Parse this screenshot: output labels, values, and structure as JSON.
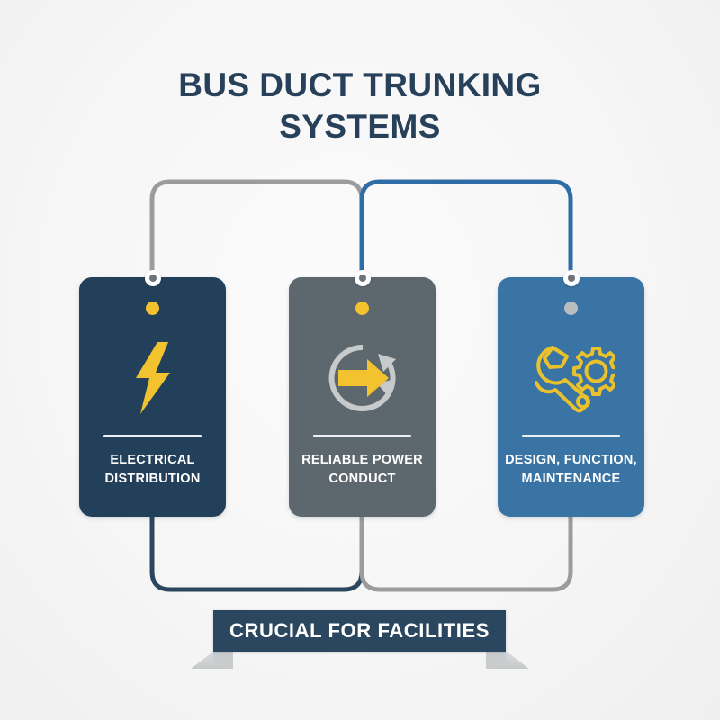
{
  "title": {
    "line1": "BUS DUCT TRUNKING",
    "line2": "SYSTEMS"
  },
  "colors": {
    "background": "#f6f6f6",
    "title_text": "#28415a",
    "accent_yellow": "#f3c32f",
    "card_navy": "#23405a",
    "card_gray": "#5c686e",
    "card_blue": "#3a74a5",
    "connector_gray": "#9a9c9e",
    "connector_navy": "#2b465f",
    "connector_blue": "#2f6da6",
    "banner_navy": "#2b465f",
    "ribbon_tail_gray": "#c9cccd",
    "eyelet_white": "#ffffff",
    "eyelet_center": "#6e7479",
    "divider_white": "#eef1f3"
  },
  "cards": [
    {
      "id": "card-electrical-distribution",
      "label_line1": "ELECTRICAL",
      "label_line2": "DISTRIBUTION",
      "icon": "lightning-bolt-icon",
      "card_color": "#23405a",
      "dot_color": "#f3c32f",
      "icon_color": "#f3c32f"
    },
    {
      "id": "card-reliable-power-conduct",
      "label_line1": "RELIABLE POWER",
      "label_line2": "CONDUCT",
      "icon": "circular-arrows-refresh-icon",
      "card_color": "#5c686e",
      "dot_color": "#f3c32f",
      "icon_color": "#f3c32f"
    },
    {
      "id": "card-design-function-maintenance",
      "label_line1": "DESIGN, FUNCTION,",
      "label_line2": "MAINTENANCE",
      "icon": "wrench-and-gear-icon",
      "card_color": "#3a74a5",
      "dot_color": "#b9bdc0",
      "icon_color": "#e9c12c"
    }
  ],
  "connectors": [
    {
      "name": "top-connector-card1-to-card2",
      "color": "#9a9c9e",
      "position": "top"
    },
    {
      "name": "top-connector-card2-to-card3",
      "color": "#2f6da6",
      "position": "top"
    },
    {
      "name": "bottom-connector-card1-to-card2",
      "color": "#2b465f",
      "position": "bottom"
    },
    {
      "name": "bottom-connector-card2-to-card3",
      "color": "#9a9c9e",
      "position": "bottom"
    }
  ],
  "banner": {
    "text": "CRUCIAL FOR FACILITIES"
  }
}
